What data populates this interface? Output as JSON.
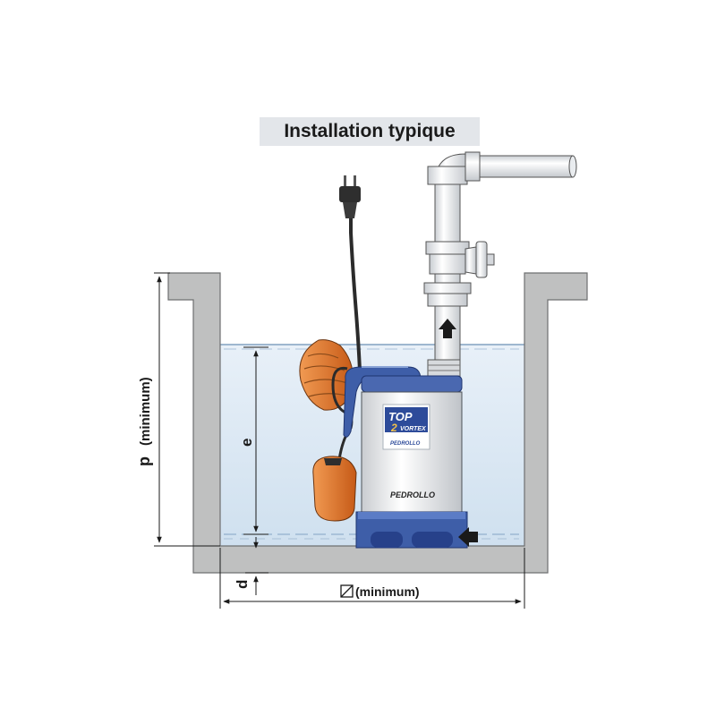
{
  "title": "Installation typique",
  "dimensions": {
    "p": "p",
    "p_note": "(minimum)",
    "e": "e",
    "d": "d",
    "width_note": "(minimum)"
  },
  "pump": {
    "model_line1": "TOP",
    "model_line2": "2",
    "model_line3": "VORTEX",
    "brand": "PEDROLLO"
  },
  "colors": {
    "wall": "#bfc0c0",
    "water": "#dbe8f3",
    "pump_blue": "#3e5ea8",
    "float_orange": "#e67a2c",
    "pipe": "#f4f6f8"
  },
  "icons": [
    "plug-icon",
    "flow-arrow-up-icon",
    "flow-arrow-in-icon",
    "diameter-symbol-icon"
  ]
}
